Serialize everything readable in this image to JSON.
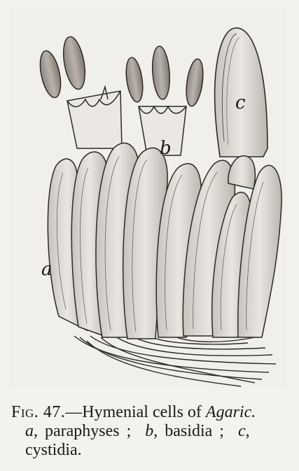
{
  "figure": {
    "labels": {
      "a": "a",
      "b": "b",
      "c": "c"
    },
    "caption": {
      "fig_number": "Fig. 47.",
      "dash": "—",
      "title_text": "Hymenial cells of ",
      "title_genus": "Agaric.",
      "a_key": "a",
      "a_text": ", paraphyses ;",
      "b_key": "b",
      "b_text": ", basidia ;",
      "c_key": "c",
      "c_text": ",",
      "c_text2": "cystidia."
    }
  }
}
